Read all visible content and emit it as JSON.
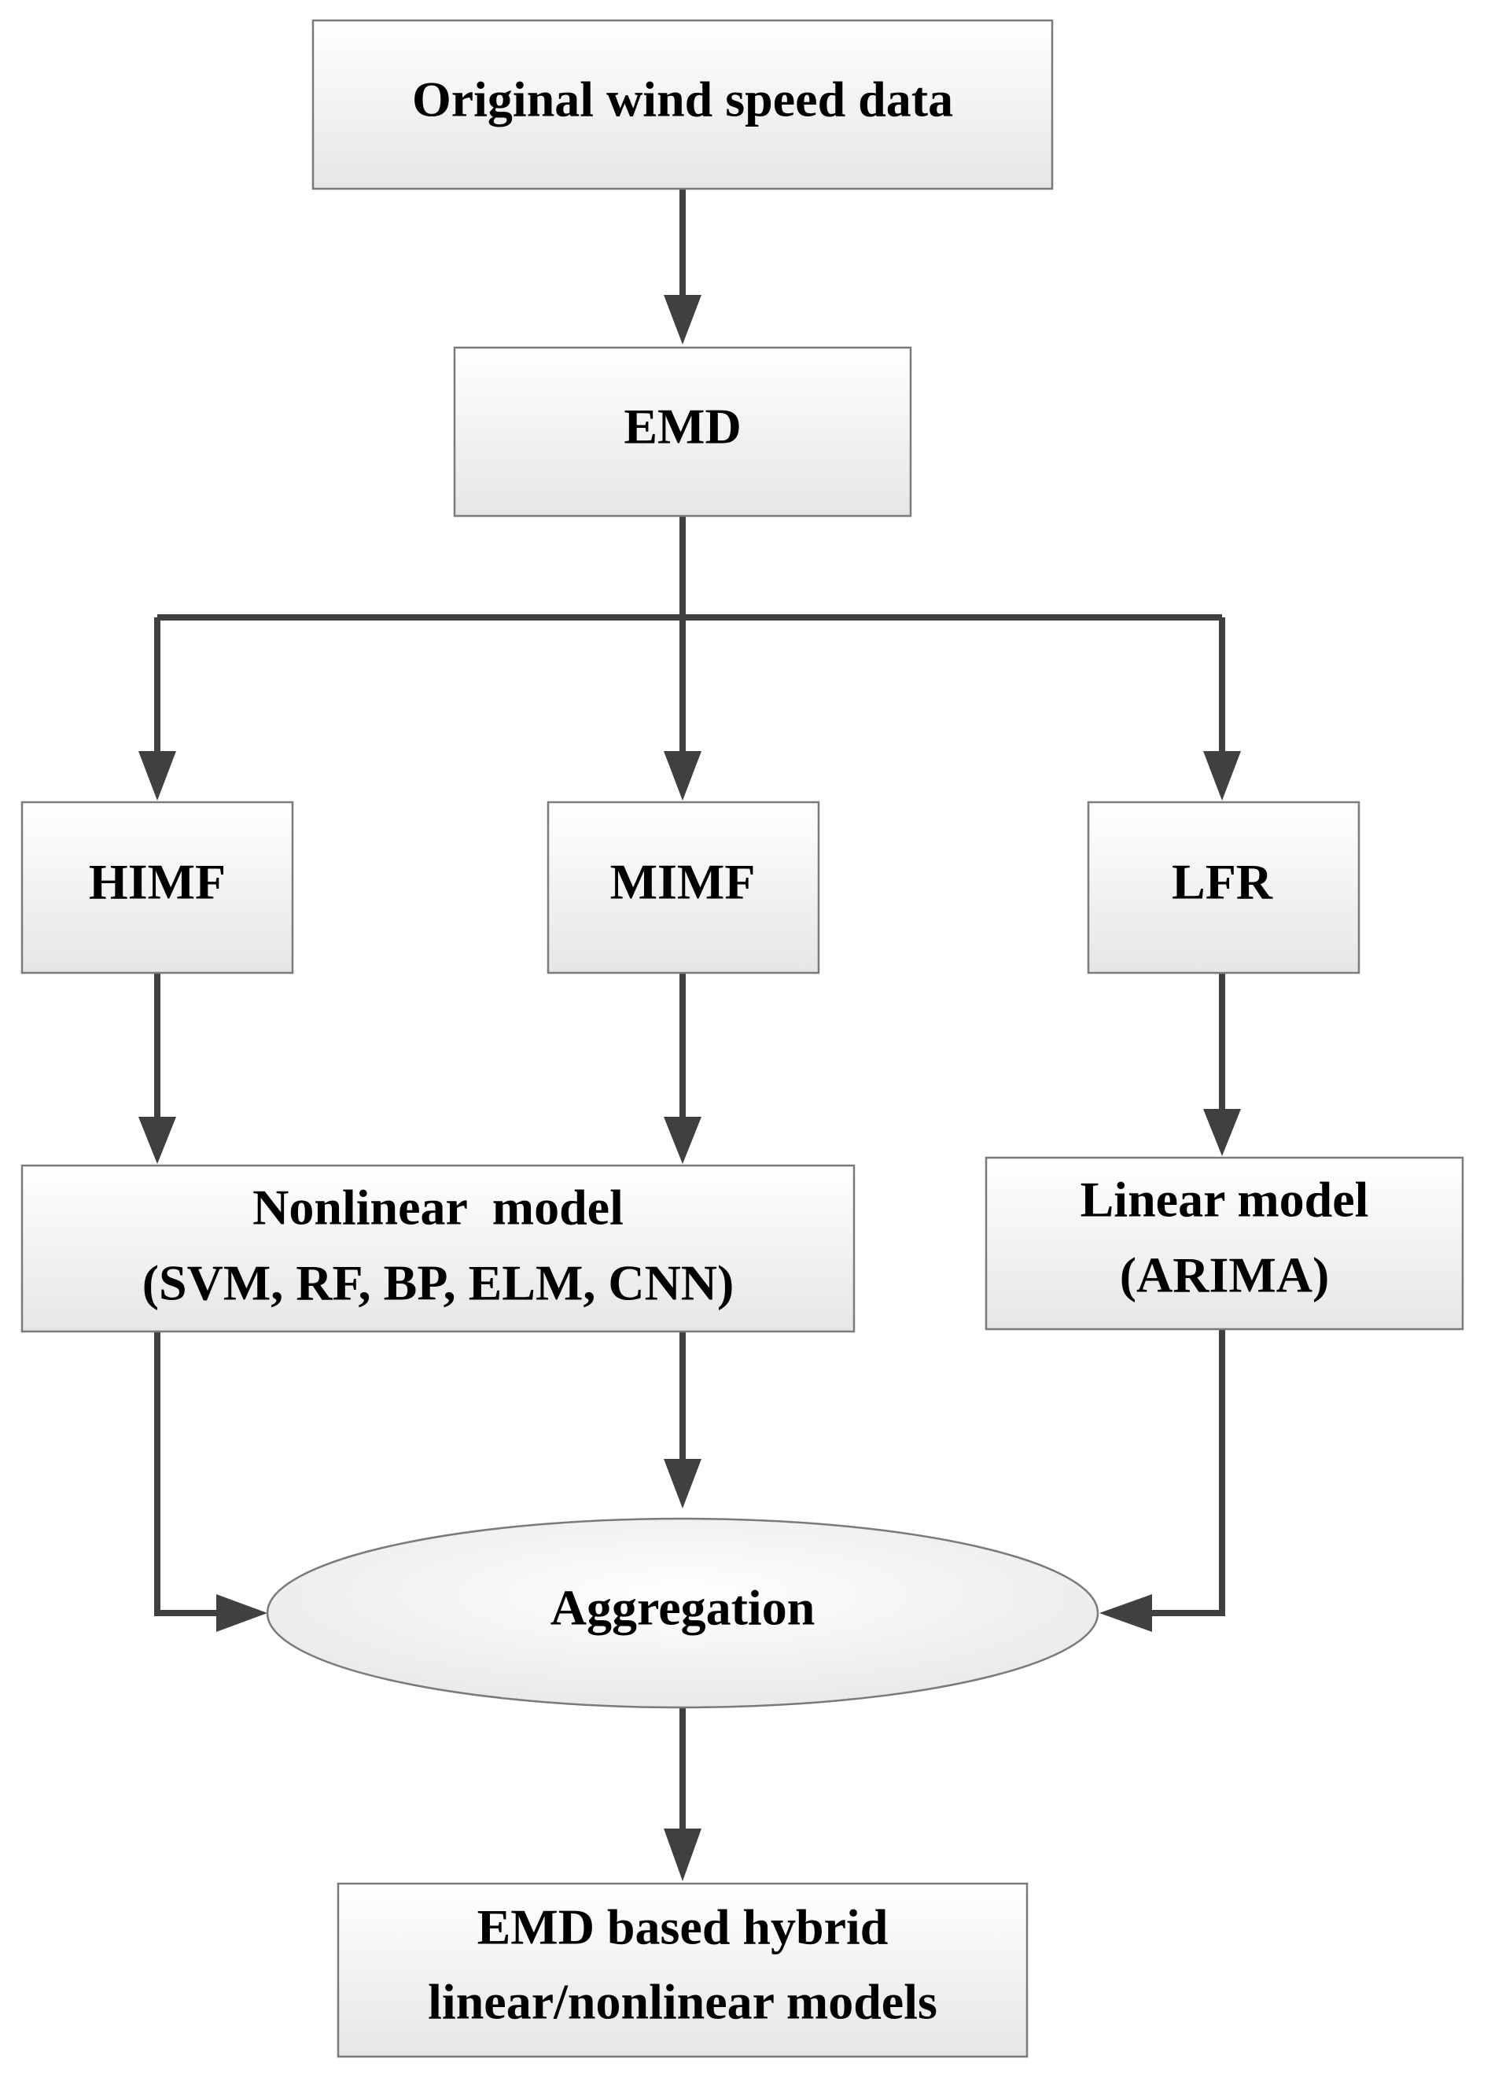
{
  "nodes": {
    "original": {
      "lines": [
        "Original wind speed data"
      ]
    },
    "emd": {
      "lines": [
        "EMD"
      ]
    },
    "himf": {
      "lines": [
        "HIMF"
      ]
    },
    "mimf": {
      "lines": [
        "MIMF"
      ]
    },
    "lfr": {
      "lines": [
        "LFR"
      ]
    },
    "nonlinear": {
      "lines": [
        "Nonlinear  model",
        "(SVM, RF, BP, ELM, CNN)"
      ]
    },
    "linear": {
      "lines": [
        "Linear model",
        "(ARIMA)"
      ]
    },
    "aggregation": {
      "lines": [
        "Aggregation"
      ]
    },
    "result": {
      "lines": [
        "EMD based hybrid",
        "linear/nonlinear models"
      ]
    }
  },
  "colors": {
    "box_fill_top": "#ffffff",
    "box_fill_bottom": "#e6e6e6",
    "box_border": "#7a7a7a",
    "arrow": "#404040",
    "text": "#000000"
  }
}
